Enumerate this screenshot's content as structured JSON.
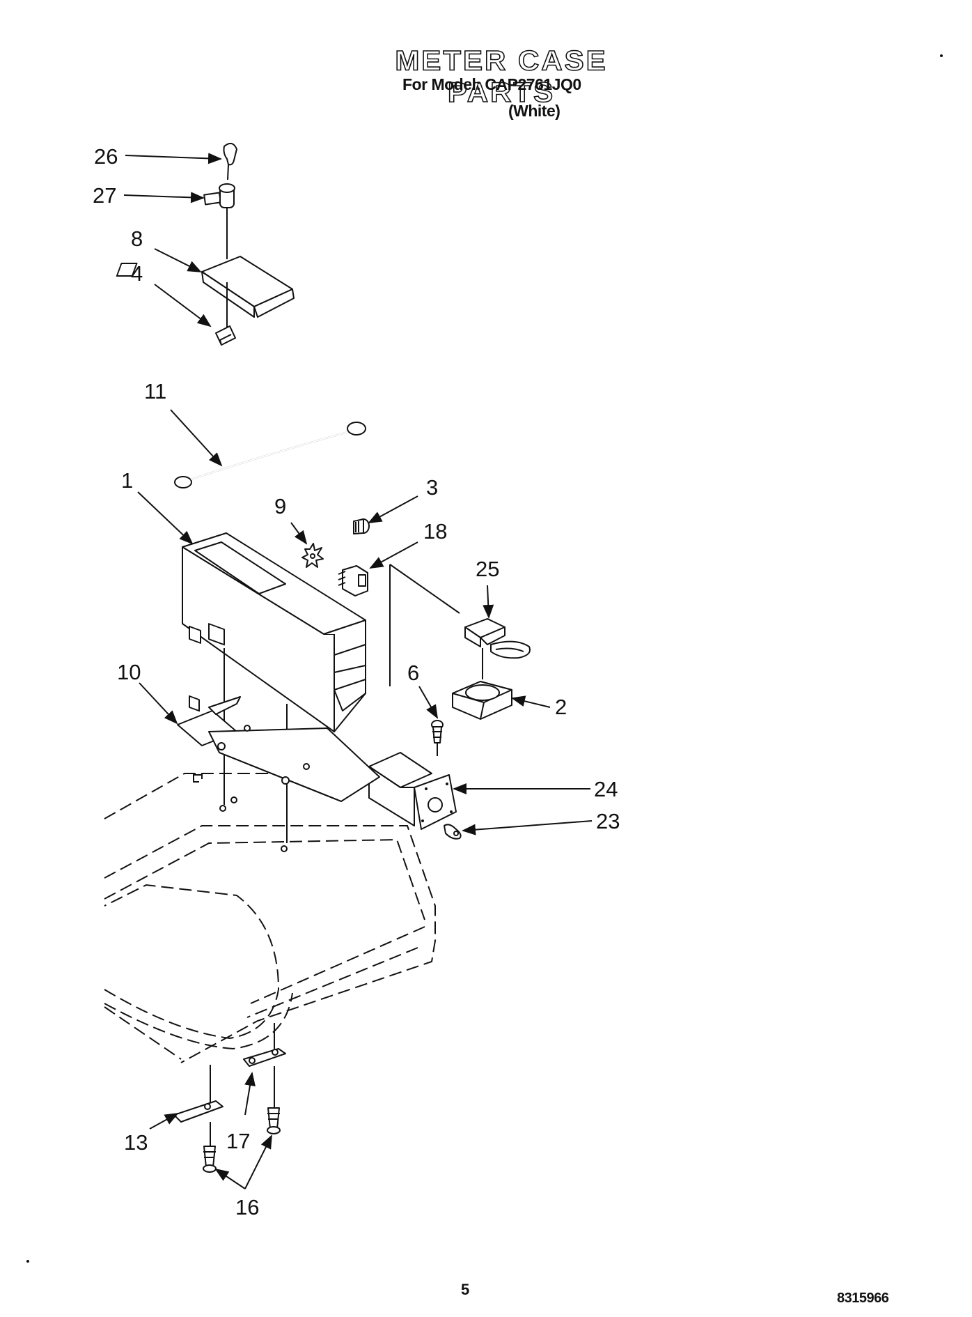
{
  "header": {
    "title": "METER CASE PARTS",
    "subtitle": "For Model: CAP2761JQ0",
    "variant": "(White)"
  },
  "callouts": [
    "26",
    "27",
    "8",
    "4",
    "11",
    "1",
    "9",
    "3",
    "18",
    "25",
    "10",
    "6",
    "2",
    "24",
    "23",
    "13",
    "17",
    "16"
  ],
  "footer": {
    "page_number": "5",
    "document_number": "8315966"
  }
}
